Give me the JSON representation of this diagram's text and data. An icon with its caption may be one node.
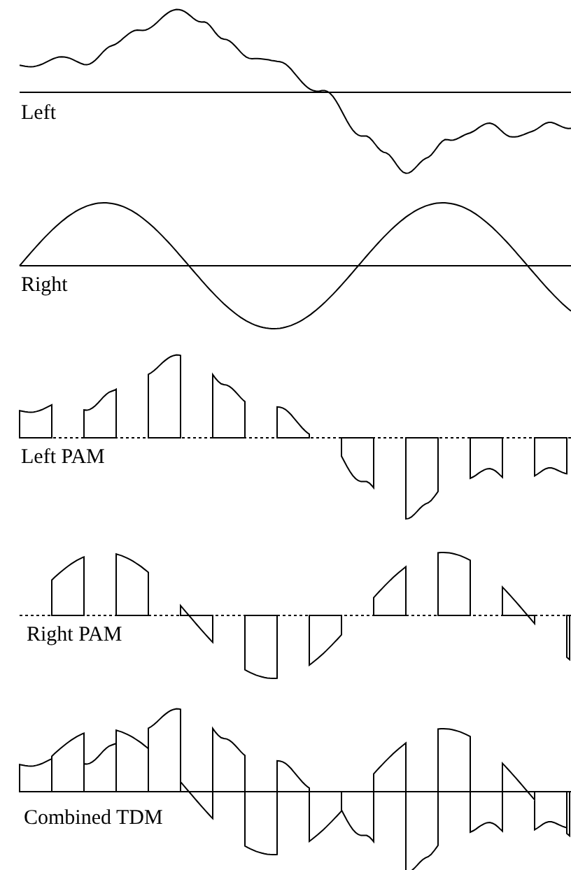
{
  "diagram": {
    "labels": [
      "Left",
      "Right",
      "Left PAM",
      "Right PAM",
      "Combined TDM"
    ]
  }
}
